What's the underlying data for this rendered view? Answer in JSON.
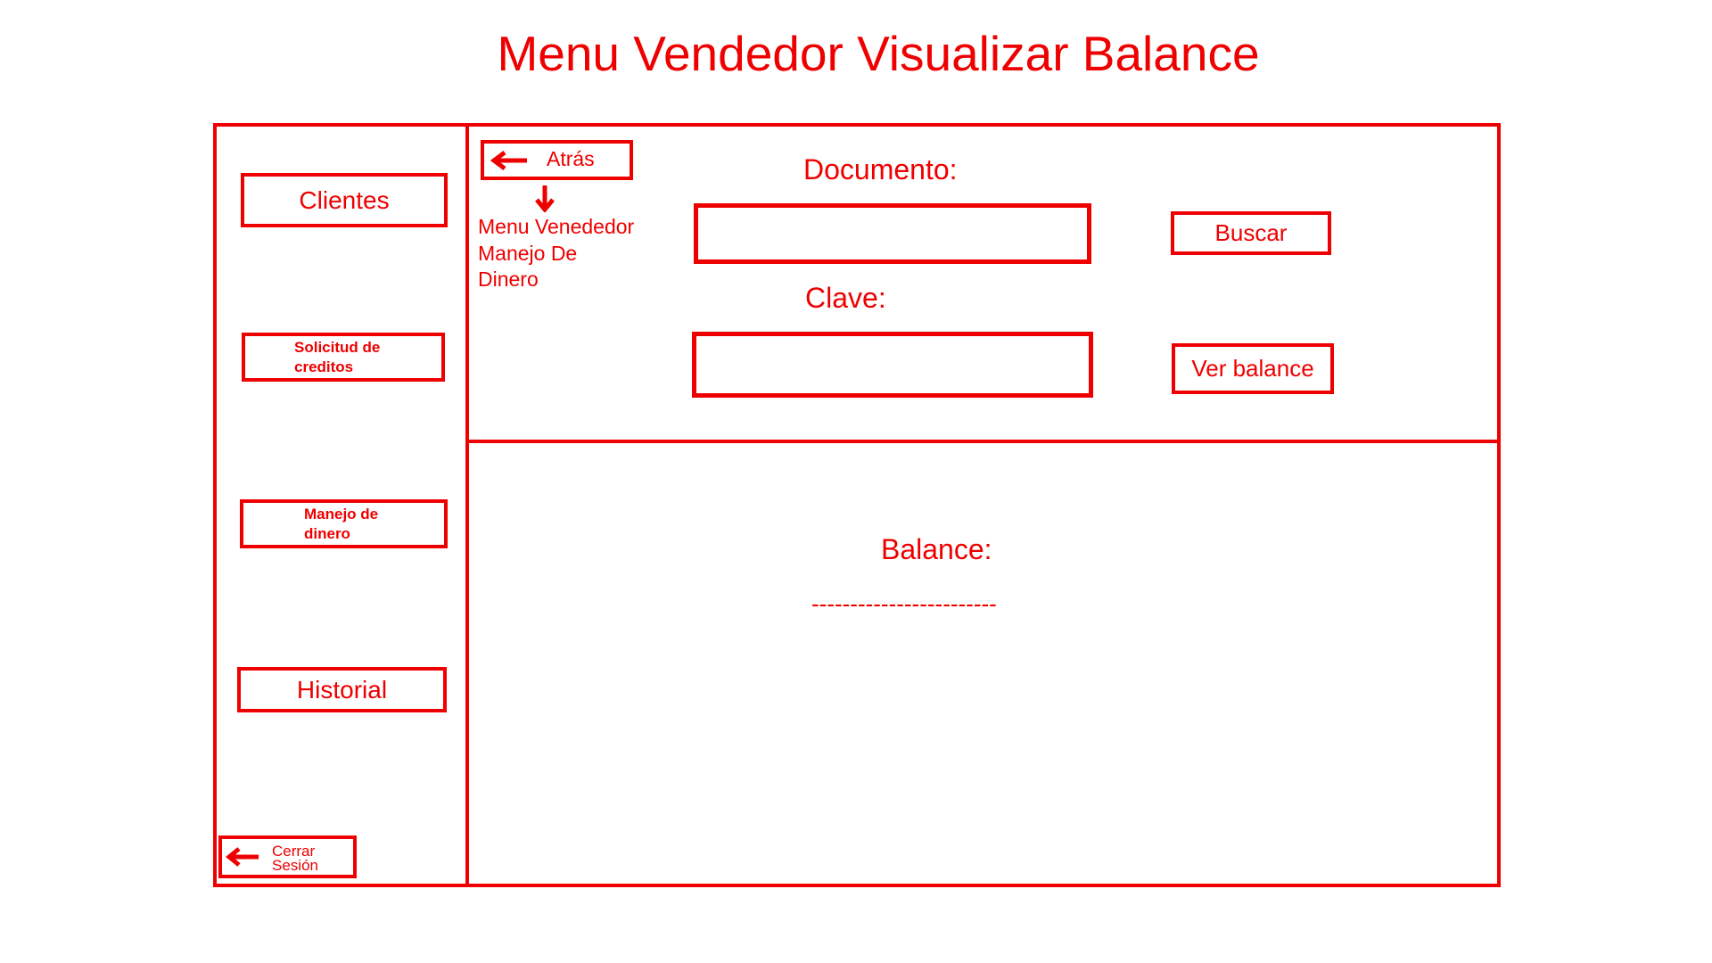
{
  "page": {
    "title": "Menu Vendedor Visualizar Balance"
  },
  "sidebar": {
    "items": [
      {
        "label": "Clientes"
      },
      {
        "label": "Solicitud de\ncreditos"
      },
      {
        "label": "Manejo de\ndinero"
      },
      {
        "label": "Historial"
      }
    ],
    "logout_label": "Cerrar\nSesión"
  },
  "top": {
    "back_label": "Atrás",
    "back_target": "Menu Venededor\nManejo De\nDinero",
    "documento_label": "Documento:",
    "documento_value": "",
    "clave_label": "Clave:",
    "clave_value": "",
    "buscar_label": "Buscar",
    "ver_balance_label": "Ver balance"
  },
  "result": {
    "balance_label": "Balance:",
    "balance_value": "------------------------"
  },
  "colors": {
    "accent": "#ee0000",
    "background": "#ffffff"
  },
  "icons": {
    "back": "arrow-left-icon",
    "down": "arrow-down-icon",
    "logout": "arrow-left-icon"
  }
}
